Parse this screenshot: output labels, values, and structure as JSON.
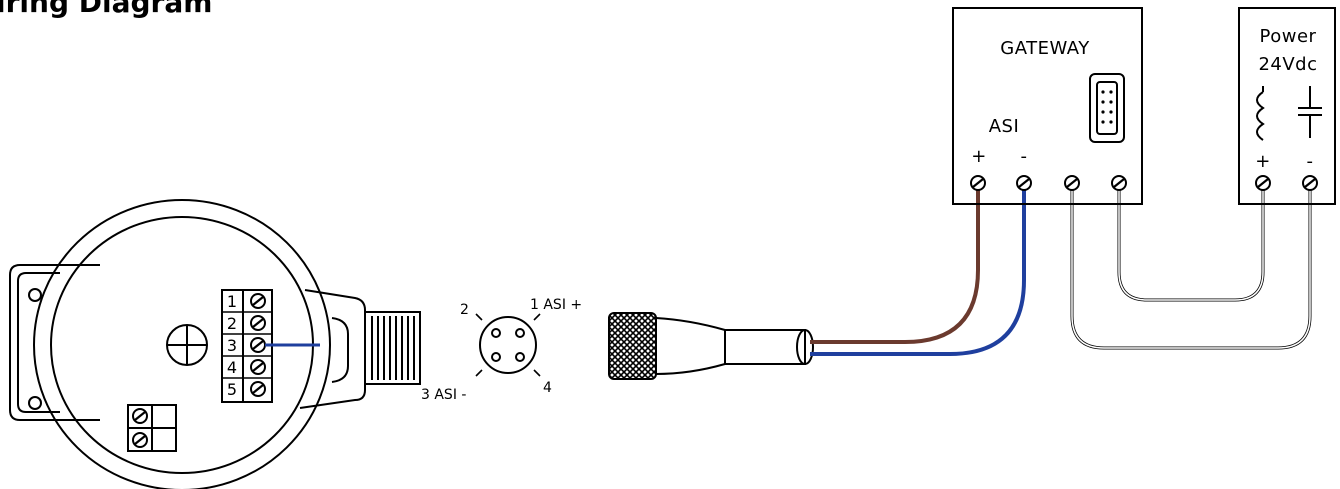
{
  "title": "iring Diagram",
  "sensor": {
    "terminal_numbers": [
      "1",
      "2",
      "3",
      "4",
      "5"
    ]
  },
  "connector": {
    "pin1_label": "1 ASI +",
    "pin2_label": "2",
    "pin3_label": "3 ASI -",
    "pin4_label": "4"
  },
  "gateway": {
    "title": "GATEWAY",
    "asi_label": "ASI",
    "plus_label": "+",
    "minus_label": "-"
  },
  "power": {
    "title_line1": "Power",
    "title_line2": "24Vdc",
    "plus_label": "+",
    "minus_label": "-"
  },
  "colors": {
    "brown_wire": "#6b3a2e",
    "blue_wire": "#1f3f9e",
    "black_wire": "#000000"
  }
}
